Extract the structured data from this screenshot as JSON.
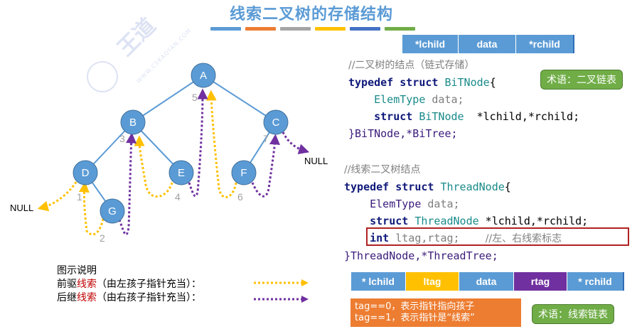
{
  "title": "线索二叉树的存储结构",
  "title_bar_colors": [
    "#5b9bd5",
    "#ed7d31",
    "#a5a5a5",
    "#ffc000",
    "#4472c4",
    "#70ad47"
  ],
  "watermark": {
    "brand": "王道论坛",
    "url": "WWW.CSKAOYAN.COM"
  },
  "tree": {
    "nodes": [
      "A",
      "B",
      "C",
      "D",
      "E",
      "F",
      "G"
    ],
    "edges": [
      [
        "A",
        "B"
      ],
      [
        "A",
        "C"
      ],
      [
        "B",
        "D"
      ],
      [
        "B",
        "E"
      ],
      [
        "D",
        "G"
      ],
      [
        "C",
        "F"
      ]
    ],
    "inorder_numbers": [
      "1",
      "2",
      "3",
      "4",
      "5",
      "6",
      "7"
    ],
    "null_labels": [
      "NULL",
      "NULL"
    ],
    "colors": {
      "node": "#5b9bd5",
      "edge": "#5b9bd5",
      "pred_thread": "#ffc000",
      "succ_thread": "#7030a0"
    }
  },
  "legend": {
    "title": "图示说明",
    "pred": {
      "prefix": "前驱",
      "highlight": "线索",
      "suffix": "（由左孩子指针充当）："
    },
    "succ": {
      "prefix": "后继",
      "highlight": "线索",
      "suffix": "（由右孩子指针充当）："
    }
  },
  "bitnode_strip": [
    "*lchild",
    "data",
    "*rchild"
  ],
  "bitnode_code": {
    "comment": "//二叉树的结点（链式存储）",
    "kw_typedef": "typedef",
    "kw_struct": "struct",
    "name": "BiTNode",
    "brace_open": "{",
    "elemtype": "ElemType",
    "data_field": " data;",
    "ptrs": "  *lchild,*rchild;",
    "closing": "}BiTNode,*BiTree;"
  },
  "callout_binary": "术语：二叉链表",
  "threadnode_code": {
    "comment": "//线索二叉树结点",
    "kw_typedef": "typedef",
    "kw_struct": "struct",
    "name": "ThreadNode",
    "brace_open": "{",
    "elemtype": "ElemType",
    "data_field": " data;",
    "ptrs": " *lchild,*rchild;",
    "kw_int": "int",
    "tags": " ltag,rtag;",
    "tags_comment": "//左、右线索标志",
    "closing": "}ThreadNode,*ThreadTree;"
  },
  "threadnode_strip": [
    {
      "label": "* lchild",
      "color": "#5b9bd5"
    },
    {
      "label": "ltag",
      "color": "#ffc000"
    },
    {
      "label": "data",
      "color": "#5b9bd5"
    },
    {
      "label": "rtag",
      "color": "#7030a0"
    },
    {
      "label": "* rchild",
      "color": "#5b9bd5"
    }
  ],
  "tag_note": {
    "line1": "tag==0，表示指针指向孩子",
    "line2": "tag==1，表示指针是“线索”"
  },
  "callout_thread": "术语：线索链表"
}
